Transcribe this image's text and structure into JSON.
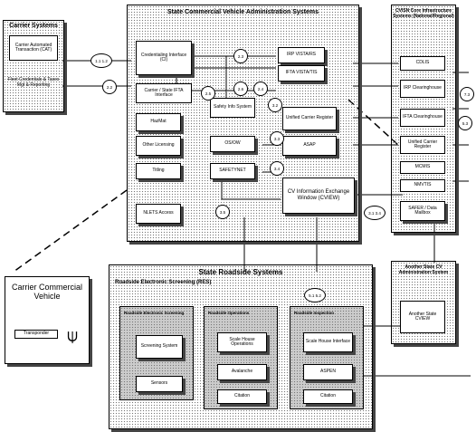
{
  "carrier_systems": {
    "title": "Carrier Systems",
    "oat": "Carrier Automated Transaction (CAT)",
    "fleet": "Fleet Credentials & Taxes Mgt & Reporting"
  },
  "state_admin": {
    "title": "State Commercial Vehicle Administration Systems",
    "credentialing": "Credentialing Interface (CI)",
    "irp": "IRP VISTA/RS",
    "ifta": "IFTA VISTA/TIS",
    "ifta_admin": "Carrier / State IFTA Interface",
    "hazmat": "HazMat",
    "other_licensing": "Other Licensing",
    "titling": "Titling",
    "nlets": "NLETS Access",
    "safety_info": "Safety Info System",
    "os_ow": "OS/OW",
    "safetynet": "SAFETYNET",
    "ucr": "Unified Carrier Register",
    "asap": "ASAP",
    "cview": "CV Information Exchange Window (CVIEW)"
  },
  "fmcsa": {
    "title": "CVISN Core Infrastructure Systems (National/Regional)",
    "cdlis": "CDLIS",
    "irp_ch": "IRP Clearinghouse",
    "ifta_ch": "IFTA Clearinghouse",
    "ucr": "Unified Carrier Register",
    "mcmis": "MCMIS",
    "nmvtis": "NMVTIS",
    "safer": "SAFER / Data Mailbox"
  },
  "other_state": {
    "title": "Another State CV Administration System",
    "cview": "Another State CVIEW"
  },
  "vehicle": {
    "title": "Carrier Commercial Vehicle",
    "transponder": "Transponder"
  },
  "roadside": {
    "title": "State Roadside Systems",
    "rec_title": "Roadside Electronic Screening (RES)",
    "res_title": "Roadside Electronic Screening",
    "screening": "Screening System",
    "sensors": "Sensors",
    "op_title": "Roadside Operations",
    "scale_house": "Scale House Operations",
    "avalanche": "Avalanche",
    "citation": "Citation",
    "insp_title": "Roadside Inspection",
    "scale_iface": "Scale House Interface",
    "aspen": "ASPEN",
    "citation2": "Citation"
  },
  "labels": {
    "c1": "1.1  1.2",
    "c22": "2.2",
    "c23": "2.3",
    "c25": "2.5",
    "c26": "2.6",
    "c24": "2.4",
    "c32": "3.2",
    "c33": "3.3",
    "c34": "3.4",
    "c35": "3.5",
    "c51": "5.1  5.2",
    "c73": "7.3",
    "c53": "5.3",
    "c31": "3.1  3.4"
  }
}
